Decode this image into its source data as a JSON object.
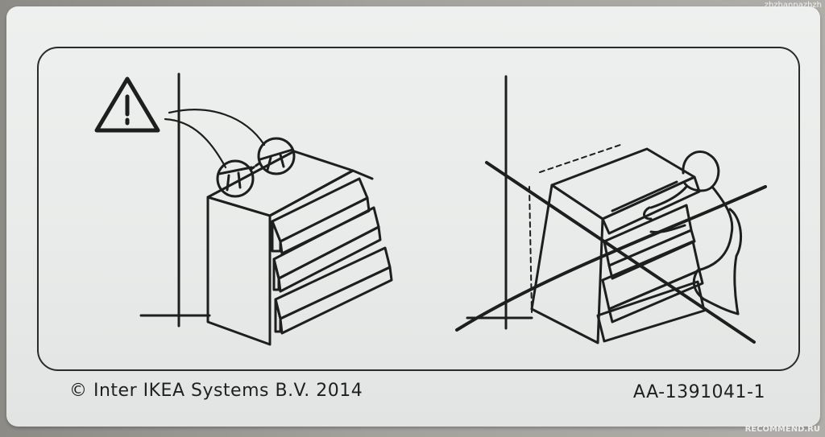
{
  "label": {
    "copyright": "© Inter IKEA Systems B.V. 2014",
    "article_code": "AA-1391041-1"
  },
  "watermarks": {
    "top_right": "zhzhannazhzh",
    "bottom_right": "RECOMMEND.RU"
  },
  "icons": {
    "warning": "warning-triangle-icon"
  },
  "colors": {
    "line": "#1e1e1e",
    "sticker": "#eceeed",
    "background": "#8f8d87"
  }
}
